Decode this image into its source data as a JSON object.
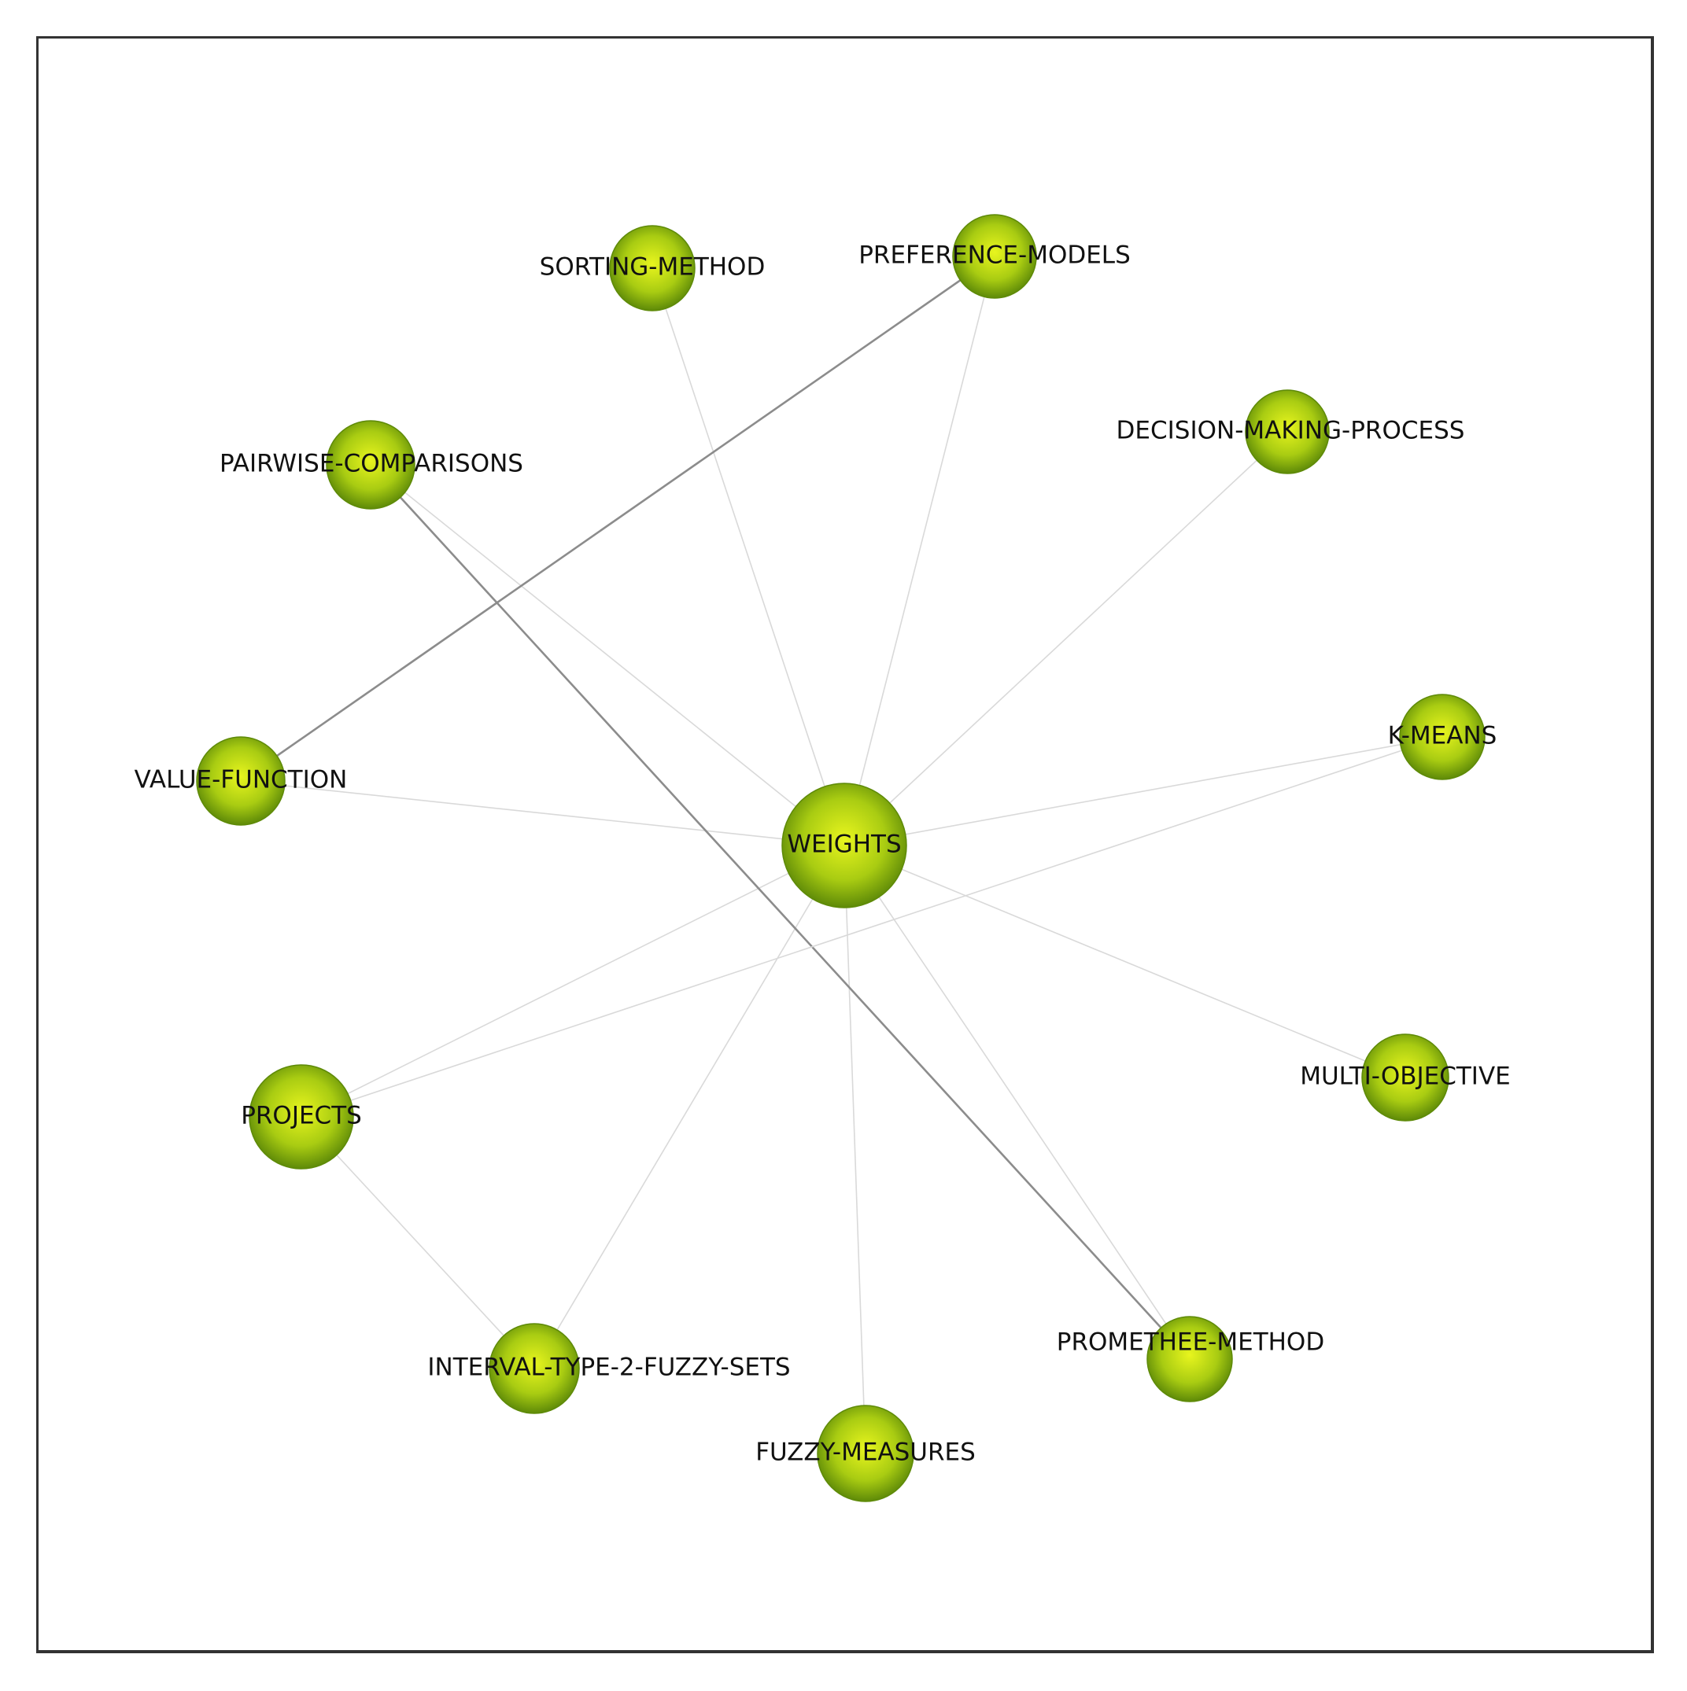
{
  "colors": {
    "node_highlight": "#e8f51e",
    "node_mid": "#a9cc12",
    "node_edge": "#5e8a08",
    "edge_light": "#d9d9d9",
    "edge_dark": "#8c8c8c",
    "frame": "#333333"
  },
  "network": {
    "nodes": [
      {
        "id": "weights",
        "label": "WEIGHTS"
      },
      {
        "id": "sorting-method",
        "label": "SORTING-METHOD"
      },
      {
        "id": "preference-models",
        "label": "PREFERENCE-MODELS"
      },
      {
        "id": "decision-making-process",
        "label": "DECISION-MAKING-PROCESS"
      },
      {
        "id": "pairwise-comparisons",
        "label": "PAIRWISE-COMPARISONS"
      },
      {
        "id": "k-means",
        "label": "K-MEANS"
      },
      {
        "id": "value-function",
        "label": "VALUE-FUNCTION"
      },
      {
        "id": "multi-objective",
        "label": "MULTI-OBJECTIVE"
      },
      {
        "id": "projects",
        "label": "PROJECTS"
      },
      {
        "id": "promethee-method",
        "label": "PROMETHEE-METHOD"
      },
      {
        "id": "interval-type-2-fuzzy-sets",
        "label": "INTERVAL-TYPE-2-FUZZY-SETS"
      },
      {
        "id": "fuzzy-measures",
        "label": "FUZZY-MEASURES"
      }
    ],
    "edges": [
      {
        "source": "weights",
        "target": "sorting-method",
        "strength": "weak"
      },
      {
        "source": "weights",
        "target": "preference-models",
        "strength": "weak"
      },
      {
        "source": "weights",
        "target": "decision-making-process",
        "strength": "weak"
      },
      {
        "source": "weights",
        "target": "pairwise-comparisons",
        "strength": "weak"
      },
      {
        "source": "weights",
        "target": "k-means",
        "strength": "weak"
      },
      {
        "source": "weights",
        "target": "value-function",
        "strength": "weak"
      },
      {
        "source": "weights",
        "target": "multi-objective",
        "strength": "weak"
      },
      {
        "source": "weights",
        "target": "projects",
        "strength": "weak"
      },
      {
        "source": "weights",
        "target": "promethee-method",
        "strength": "weak"
      },
      {
        "source": "weights",
        "target": "interval-type-2-fuzzy-sets",
        "strength": "weak"
      },
      {
        "source": "weights",
        "target": "fuzzy-measures",
        "strength": "weak"
      },
      {
        "source": "value-function",
        "target": "preference-models",
        "strength": "strong"
      },
      {
        "source": "pairwise-comparisons",
        "target": "promethee-method",
        "strength": "strong"
      },
      {
        "source": "projects",
        "target": "k-means",
        "strength": "weak"
      },
      {
        "source": "projects",
        "target": "interval-type-2-fuzzy-sets",
        "strength": "weak"
      }
    ]
  }
}
